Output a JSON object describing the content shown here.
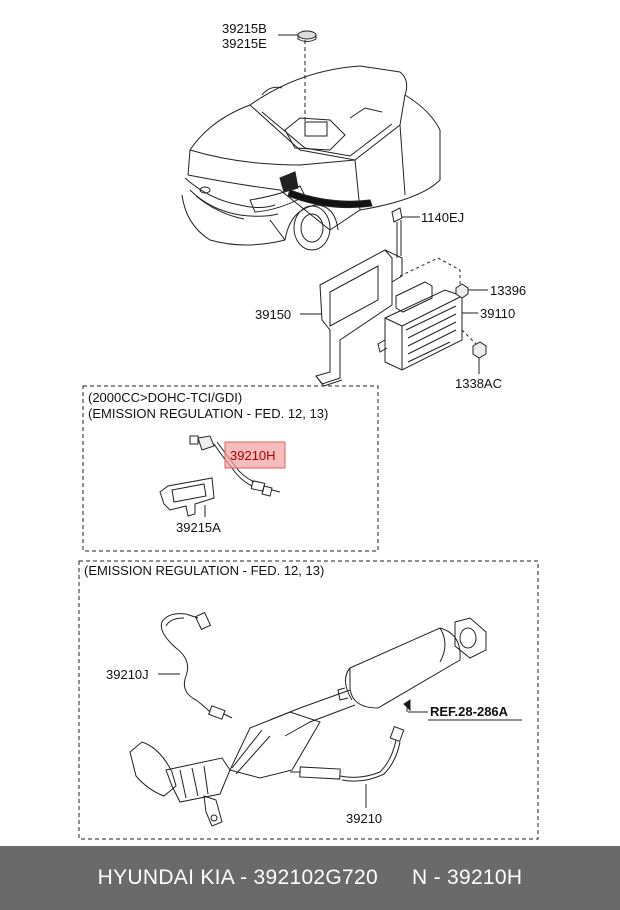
{
  "labels": {
    "clip_b": "39215B",
    "clip_e": "39215E",
    "bolt_1140ej": "1140EJ",
    "bracket_39150": "39150",
    "nut_13396": "13396",
    "ecu_39110": "39110",
    "bolt_1338ac": "1338AC",
    "bracket_39215a": "39215A",
    "sensor_39210j": "39210J",
    "sensor_39210": "39210",
    "sensor_39210h": "39210H"
  },
  "box1": {
    "header_line1": "(2000CC>DOHC-TCI/GDI)",
    "header_line2": "(EMISSION REGULATION - FED. 12, 13)"
  },
  "box2": {
    "header": "(EMISSION REGULATION - FED. 12, 13)"
  },
  "reference": "REF.28-286A",
  "footer": {
    "brand": "HYUNDAI  KIA - 392102G720",
    "part": "N - 39210H"
  },
  "colors": {
    "highlight_fill": "#f4a0a0",
    "highlight_stroke": "#e06060",
    "footer_bg": "#6a6a6a"
  }
}
